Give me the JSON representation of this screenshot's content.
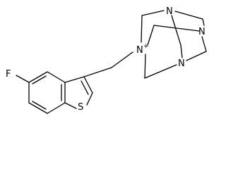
{
  "molecule": {
    "atoms": {
      "fluorine": {
        "symbol": "F"
      },
      "sulfur": {
        "symbol": "S"
      },
      "n_quaternary": {
        "symbol": "N",
        "charge": "+"
      },
      "n_top": {
        "symbol": "N"
      },
      "n_right": {
        "symbol": "N"
      },
      "n_bottom": {
        "symbol": "N"
      }
    },
    "colors": {
      "bond": "#000000",
      "label": "#000000",
      "background": "#ffffff"
    }
  }
}
